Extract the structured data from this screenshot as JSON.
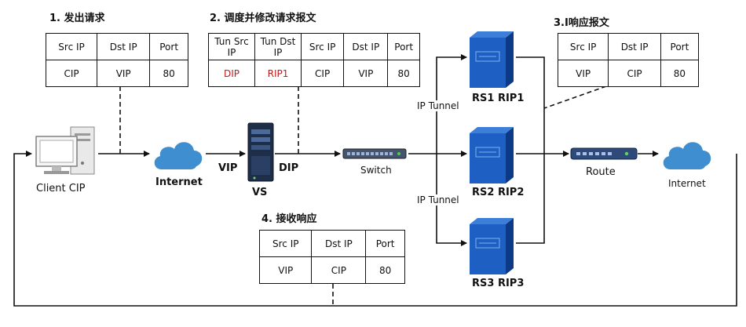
{
  "steps": {
    "send": "1. 发出请求",
    "schedule": "2. 调度并修改请求报文",
    "respond": "3.I响应报文",
    "receive": "4. 接收响应"
  },
  "tables": {
    "t1": {
      "headers": [
        "Src IP",
        "Dst IP",
        "Port"
      ],
      "values": [
        "CIP",
        "VIP",
        "80"
      ]
    },
    "t2": {
      "headers": [
        "Tun Src IP",
        "Tun Dst IP",
        "Src IP",
        "Dst IP",
        "Port"
      ],
      "values": [
        "DIP",
        "RIP1",
        "CIP",
        "VIP",
        "80"
      ]
    },
    "t3": {
      "headers": [
        "Src IP",
        "Dst IP",
        "Port"
      ],
      "values": [
        "VIP",
        "CIP",
        "80"
      ]
    },
    "t4": {
      "headers": [
        "Src IP",
        "Dst IP",
        "Port"
      ],
      "values": [
        "VIP",
        "CIP",
        "80"
      ]
    }
  },
  "nodes": {
    "client": "Client CIP",
    "internet_left": "Internet",
    "vip": "VIP",
    "dip": "DIP",
    "vs": "VS",
    "switch": "Switch",
    "tunnel_top": "IP Tunnel",
    "tunnel_bottom": "IP Tunnel",
    "rs1": "RS1 RIP1",
    "rs2": "RS2 RIP2",
    "rs3": "RS3 RIP3",
    "route": "Route",
    "internet_right": "Internet"
  },
  "colors": {
    "line": "#111111",
    "server_blue": "#1d5fc2",
    "server_dark": "#0c3a86",
    "cloud": "#3f8ed0",
    "tunnel_red": "#c21818"
  }
}
